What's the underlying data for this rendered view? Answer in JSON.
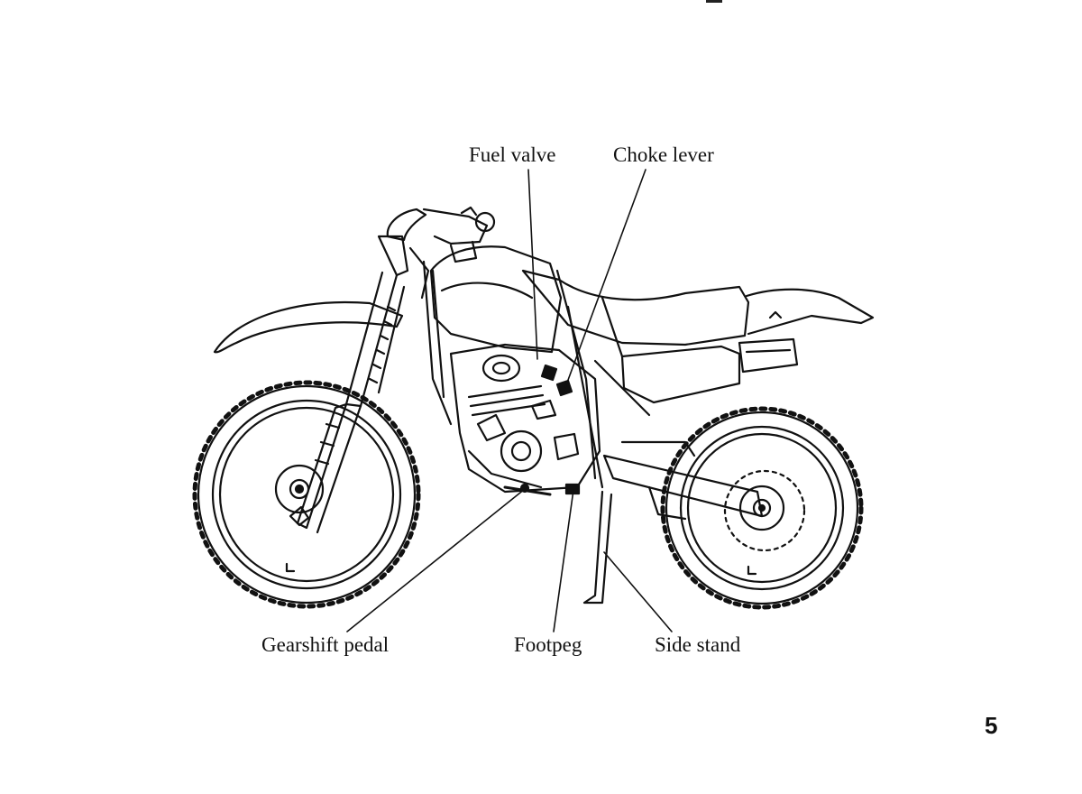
{
  "labels": {
    "fuel_valve": "Fuel valve",
    "choke_lever": "Choke lever",
    "gearshift_pedal": "Gearshift pedal",
    "footpeg": "Footpeg",
    "side_stand": "Side stand"
  },
  "page_number": "5"
}
